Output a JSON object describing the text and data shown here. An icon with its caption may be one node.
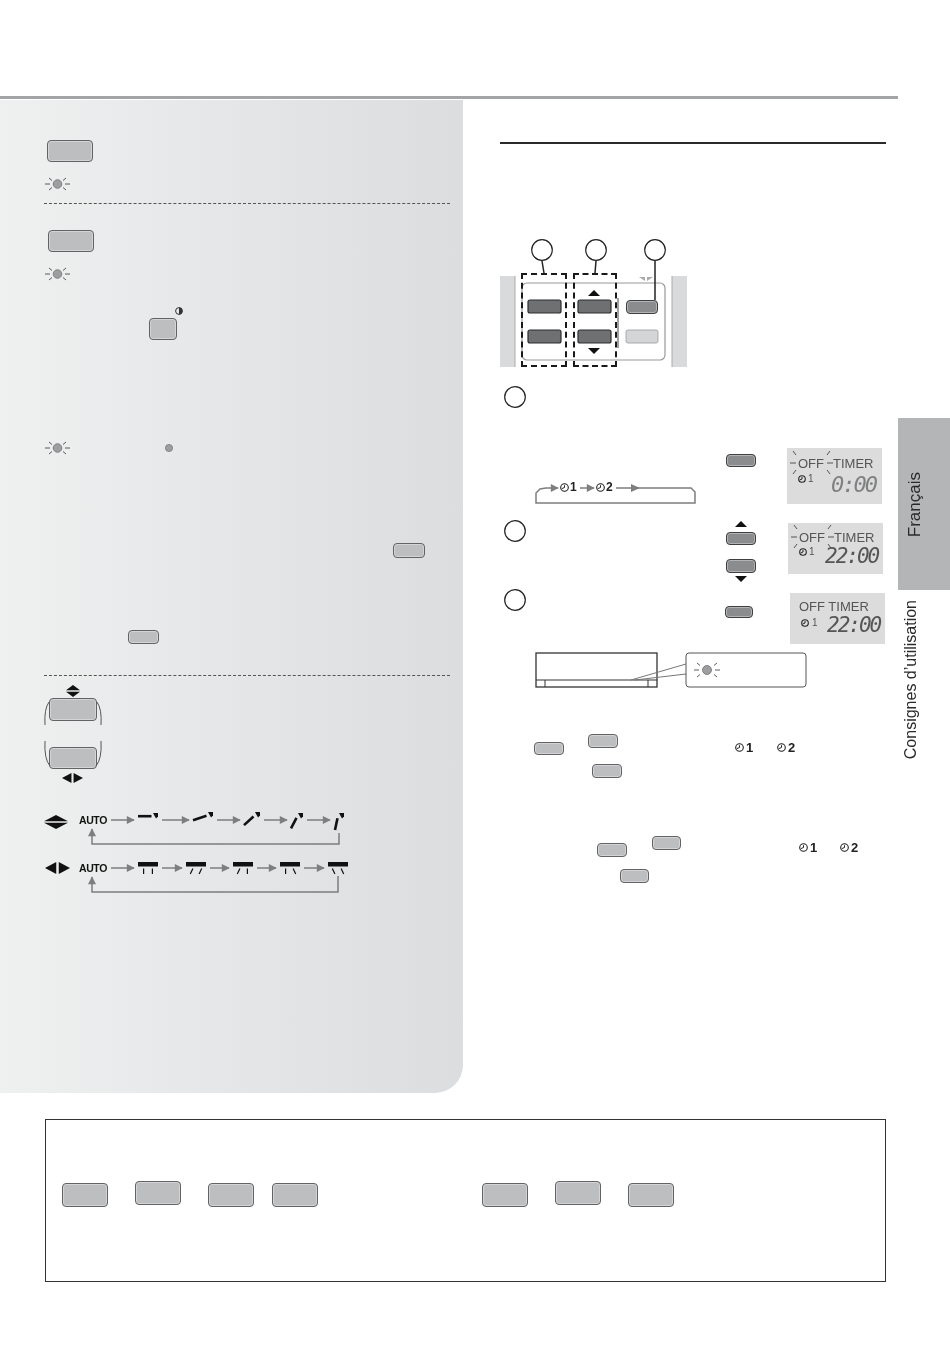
{
  "diagram": {
    "nodes": [
      {
        "text": [
          "AUTO"
        ]
      },
      {
        "text": [],
        "shape": "picture"
      },
      {
        "text": [],
        "shape": "picture"
      },
      {
        "text": [],
        "shape": "picture"
      },
      {
        "text": [],
        "shape": "picture"
      },
      {
        "text": [],
        "shape": "picture"
      },
      {
        "text": [
          "AUTO"
        ]
      },
      {
        "text": [],
        "shape": "picture"
      },
      {
        "text": [],
        "shape": "picture"
      },
      {
        "text": [],
        "shape": "picture"
      },
      {
        "text": [],
        "shape": "picture"
      },
      {
        "text": [],
        "shape": "picture"
      },
      {
        "text": [],
        "shape": "circle"
      },
      {
        "text": [],
        "shape": "circle"
      },
      {
        "text": [],
        "shape": "circle"
      },
      {
        "text": [],
        "shape": "box"
      },
      {
        "text": [],
        "shape": "box"
      },
      {
        "text": [],
        "shape": "box"
      },
      {
        "text": [],
        "shape": "circle"
      },
      {
        "text": [
          "OFF",
          "TIMER",
          "1",
          "0:00"
        ]
      },
      {
        "text": [
          "1"
        ]
      },
      {
        "text": [
          "2"
        ]
      },
      {
        "text": [],
        "shape": "circle"
      },
      {
        "text": [
          "OFF",
          "TIMER",
          "1",
          "22:00"
        ]
      },
      {
        "text": [],
        "shape": "circle"
      },
      {
        "text": [
          "OFF TIMER",
          "1",
          "22:00"
        ]
      },
      {
        "text": [
          "Français"
        ]
      }
    ],
    "edges": [
      {
        "from": 0,
        "to": 1,
        "arrow": "to"
      },
      {
        "from": 1,
        "to": 2,
        "arrow": "to"
      },
      {
        "from": 2,
        "to": 3,
        "arrow": "to"
      },
      {
        "from": 3,
        "to": 4,
        "arrow": "to"
      },
      {
        "from": 4,
        "to": 5,
        "arrow": "to"
      },
      {
        "from": 5,
        "to": 0,
        "arrow": "to"
      },
      {
        "from": 6,
        "to": 7,
        "arrow": "to"
      },
      {
        "from": 7,
        "to": 8,
        "arrow": "to"
      },
      {
        "from": 8,
        "to": 9,
        "arrow": "to"
      },
      {
        "from": 9,
        "to": 10,
        "arrow": "to"
      },
      {
        "from": 10,
        "to": 11,
        "arrow": "to"
      },
      {
        "from": 11,
        "to": 6,
        "arrow": "to"
      },
      {
        "from": 12,
        "to": 15,
        "arrow": "none",
        "color": "#222222"
      },
      {
        "from": 13,
        "to": 16,
        "arrow": "none",
        "color": "#222222"
      },
      {
        "from": 14,
        "to": 17,
        "arrow": "none",
        "color": "#222222"
      },
      {
        "from": 20,
        "to": 21,
        "arrow": "to"
      },
      {
        "from": 21,
        "to": 20,
        "arrow": "to"
      }
    ],
    "labels": [
      "1",
      "2",
      "1",
      "2",
      "Consignes d’utilisation"
    ]
  }
}
